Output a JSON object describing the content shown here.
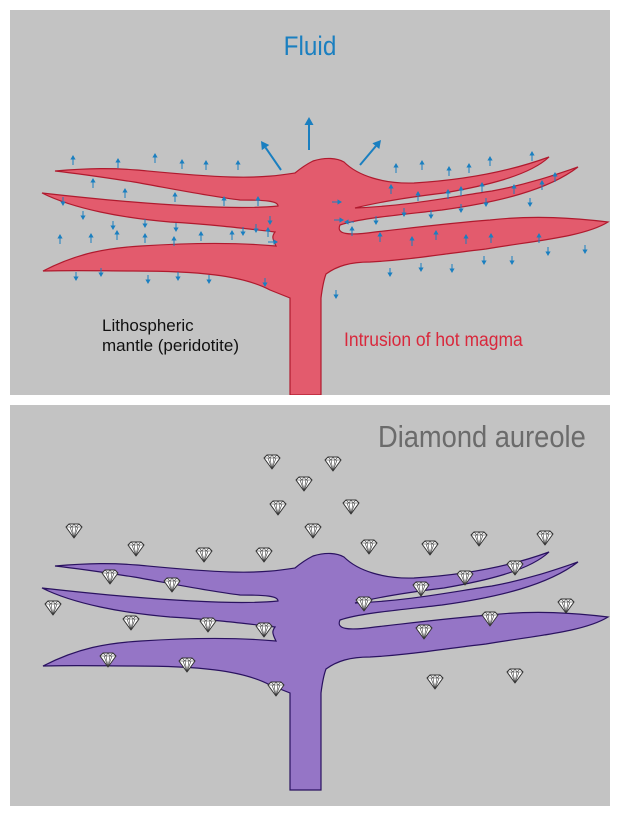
{
  "top_panel": {
    "fluid_label": "Fluid",
    "mantle_label_lines": [
      "Lithospheric",
      "mantle (peridotite)"
    ],
    "intrusion_label": "Intrusion of hot magma"
  },
  "bottom_panel": {
    "aureole_label": "Diamond aureole"
  },
  "colors": {
    "panel_background": "#c3c3c3",
    "magma_fill": "#e35b6d",
    "magma_outline": "#b01a2e",
    "fluid_arrow": "#1a7fc0",
    "intrusion_text": "#d9283c",
    "aureole_fill": "#9575c6",
    "aureole_outline": "#2a1260",
    "aureole_text": "#6b6b6b",
    "diamond_fill": "#ffffff",
    "diamond_outline": "#333333"
  },
  "icons": {
    "fluid_arrow": "arrow-icon",
    "diamond": "diamond-icon"
  }
}
